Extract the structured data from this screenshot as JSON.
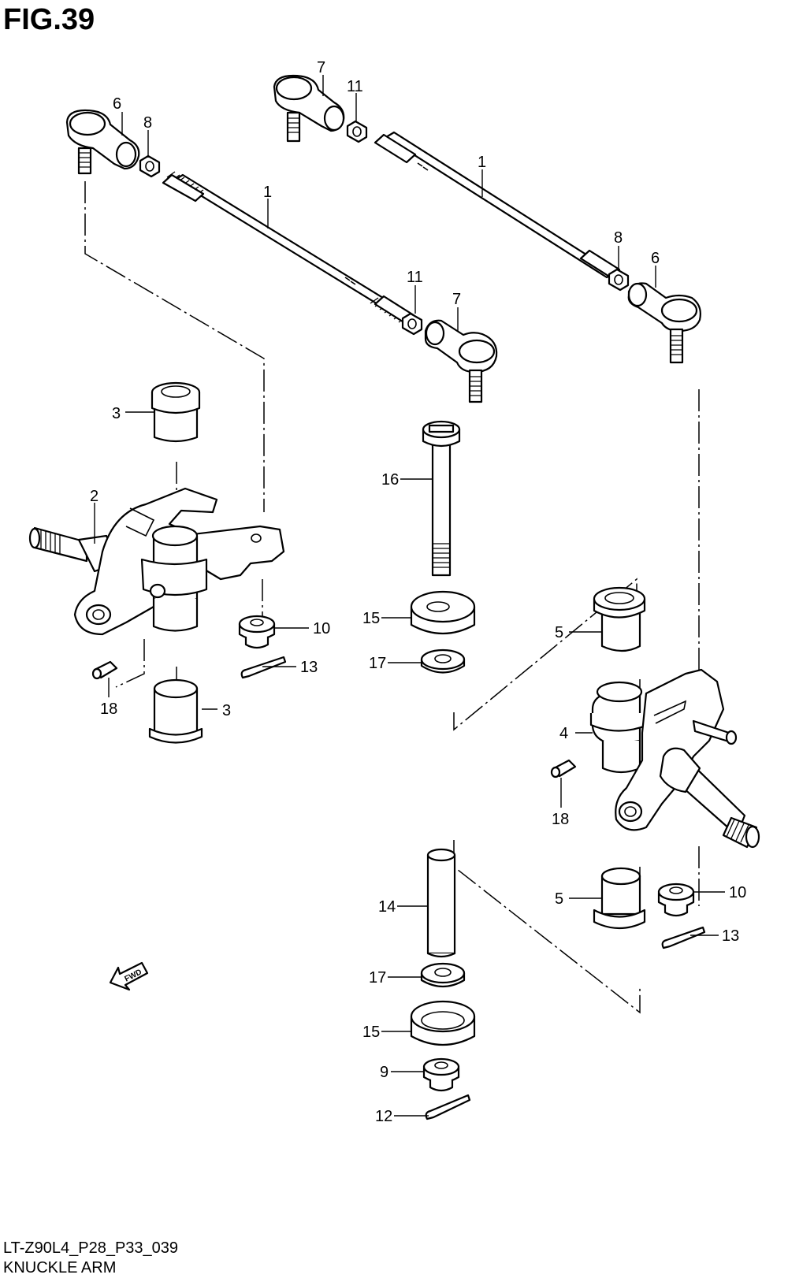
{
  "figure_title": "FIG.39",
  "footer": {
    "code": "LT-Z90L4_P28_P33_039",
    "name": "KNUCKLE ARM"
  },
  "fwd_label": "FWD",
  "callouts": {
    "c1a": "1",
    "c1b": "1",
    "c2": "2",
    "c3a": "3",
    "c3b": "3",
    "c4": "4",
    "c5a": "5",
    "c5b": "5",
    "c6a": "6",
    "c6b": "6",
    "c7a": "7",
    "c7b": "7",
    "c8a": "8",
    "c8b": "8",
    "c9": "9",
    "c10a": "10",
    "c10b": "10",
    "c11a": "11",
    "c11b": "11",
    "c12": "12",
    "c13a": "13",
    "c13b": "13",
    "c14": "14",
    "c15a": "15",
    "c15b": "15",
    "c16": "16",
    "c17a": "17",
    "c17b": "17",
    "c18a": "18",
    "c18b": "18"
  }
}
